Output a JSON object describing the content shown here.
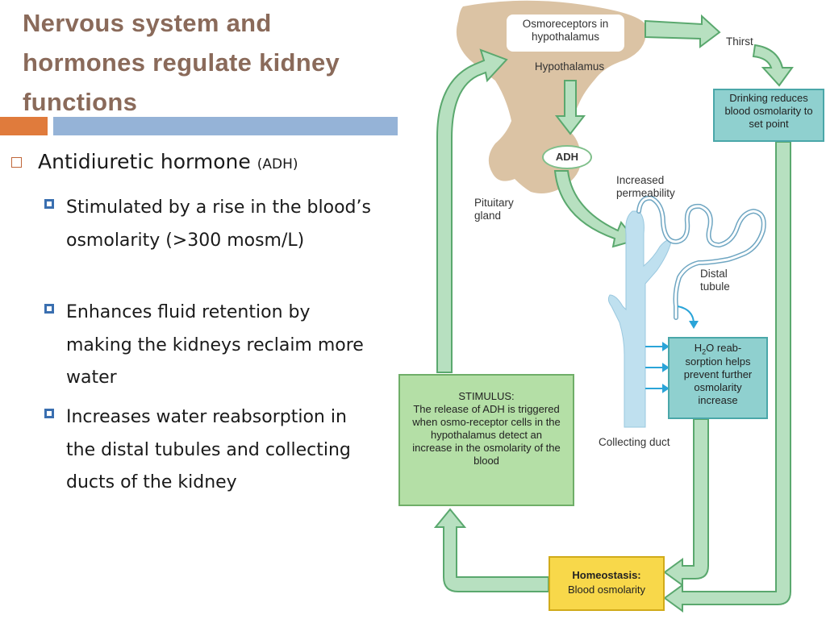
{
  "slide": {
    "title_lines": [
      "Nervous system and",
      "hormones regulate kidney",
      "functions"
    ],
    "bullet": {
      "main": "Antidiuretic hormone",
      "main_small": "(ADH)",
      "subs": [
        "Stimulated by a rise in the blood’s osmolarity (>300 mosm/L)",
        "Enhances fluid retention by making the kidneys reclaim more water",
        "Increases water reabsorption in the distal tubules and collecting ducts of the kidney"
      ]
    }
  },
  "diagram": {
    "osmoreceptors": "Osmoreceptors in hypothalamus",
    "hypothalamus": "Hypothalamus",
    "adh": "ADH",
    "pituitary": "Pituitary gland",
    "thirst": "Thirst",
    "drinking": "Drinking reduces blood osmolarity to set point",
    "permeability": "Increased permeability",
    "distal": "Distal tubule",
    "h2o_line1": "H",
    "h2o_sub": "2",
    "h2o_rest": "O reab-",
    "h2o_more": "sorption helps prevent further osmolarity increase",
    "collecting": "Collecting duct",
    "stimulus_head": "STIMULUS:",
    "stimulus_body": "The release of ADH is triggered when osmo-receptor cells in the hypothalamus detect an increase in the osmolarity of the blood",
    "homeo_head": "Homeostasis:",
    "homeo_body": "Blood osmolarity",
    "colors": {
      "tan": "#dbc3a4",
      "arrow_green": "#b7e0c0",
      "arrow_border": "#5aa86e",
      "teal_box": "#8fd0cf",
      "stim_box": "#b4dfa6",
      "homeo_box": "#f8d84a",
      "duct": "#bfe0ef"
    }
  }
}
